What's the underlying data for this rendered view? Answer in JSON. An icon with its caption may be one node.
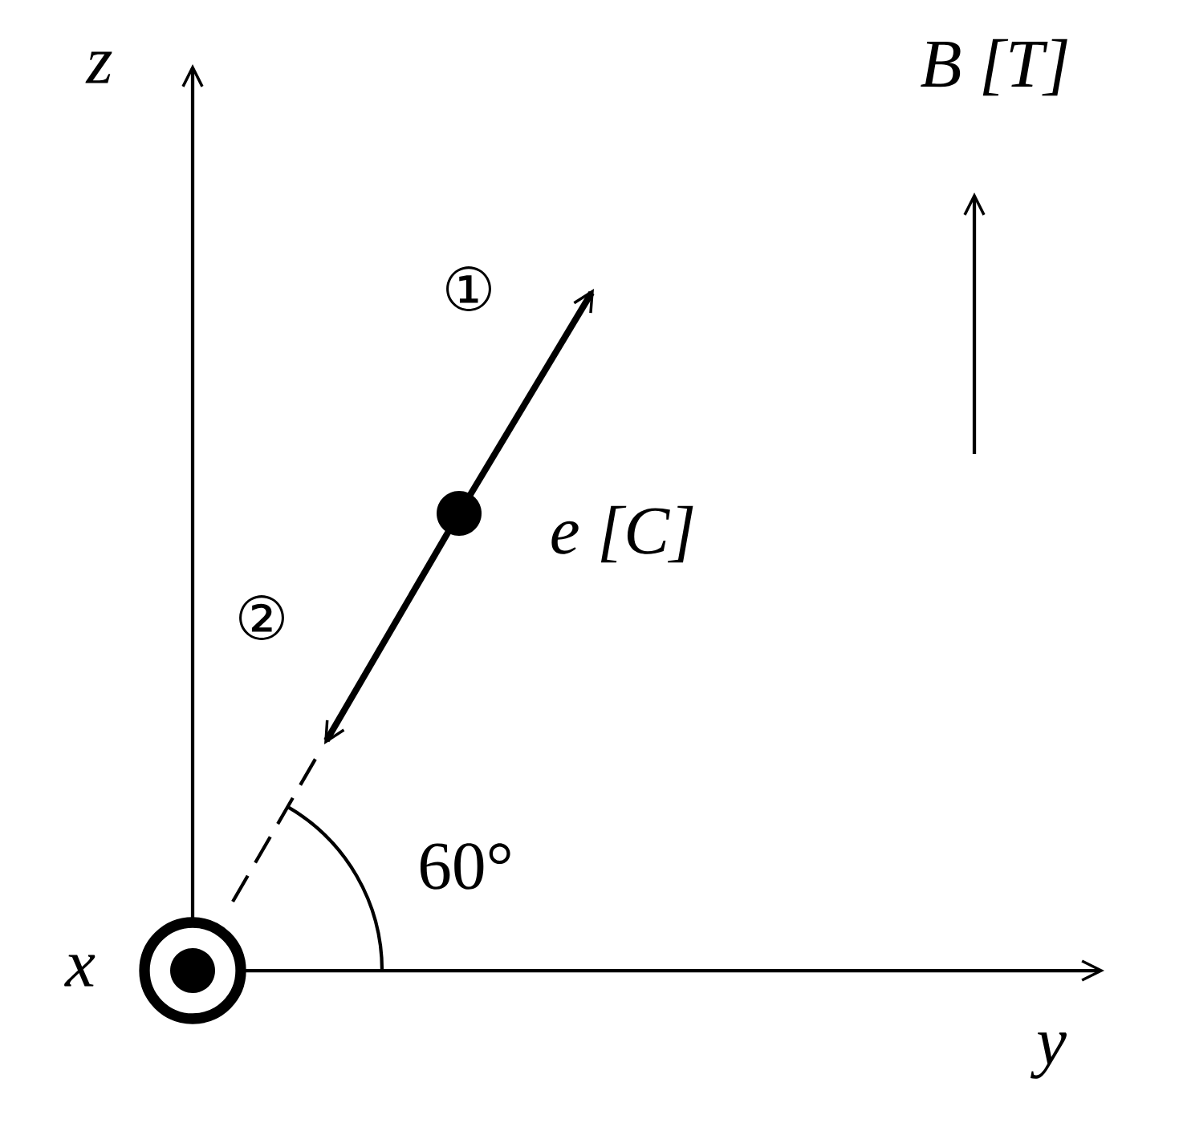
{
  "diagram": {
    "labels": [
      "z",
      "B [T]",
      "①",
      "②",
      "e [C]",
      "60°",
      "x",
      "y"
    ]
  }
}
